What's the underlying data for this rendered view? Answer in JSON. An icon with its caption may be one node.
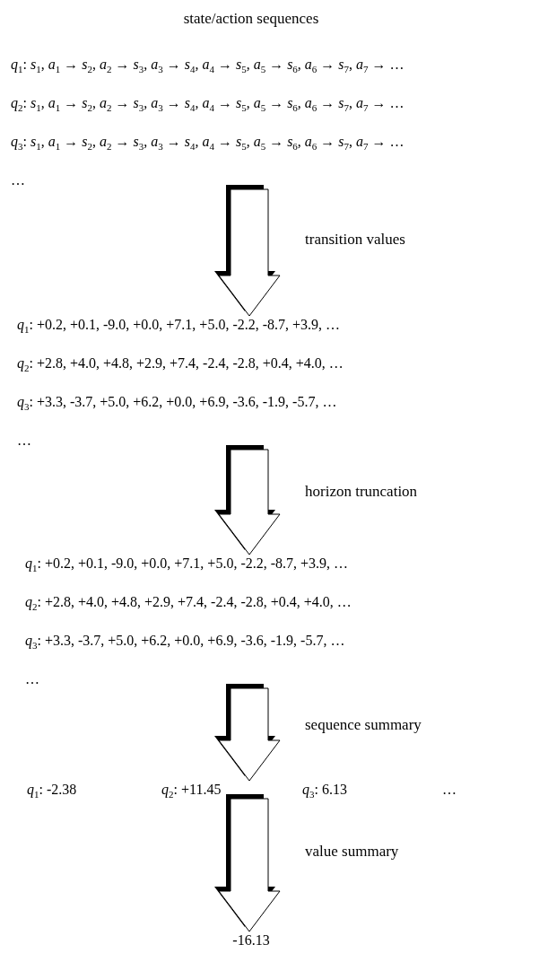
{
  "diagram": {
    "title": "state/action sequences",
    "nodes": [
      {
        "text": [
          "*q*$_{1}$: *s*$_{1}$, *a*$_{1}$ → *s*$_{2}$, *a*$_{2}$ → *s*$_{3}$, *a*$_{3}$ → *s*$_{4}$, *a*$_{4}$ → *s*$_{5}$, *a*$_{5}$ → *s*$_{6}$, *a*$_{6}$ → *s*$_{7}$, *a*$_{7}$ → …",
          "*q*$_{2}$: *s*$_{1}$, *a*$_{1}$ → *s*$_{2}$, *a*$_{2}$ → *s*$_{3}$, *a*$_{3}$ → *s*$_{4}$, *a*$_{4}$ → *s*$_{5}$, *a*$_{5}$ → *s*$_{6}$, *a*$_{6}$ → *s*$_{7}$, *a*$_{7}$ → …",
          "*q*$_{3}$: *s*$_{1}$, *a*$_{1}$ → *s*$_{2}$, *a*$_{2}$ → *s*$_{3}$, *a*$_{3}$ → *s*$_{4}$, *a*$_{4}$ → *s*$_{5}$, *a*$_{5}$ → *s*$_{6}$, *a*$_{6}$ → *s*$_{7}$, *a*$_{7}$ → …",
          "…"
        ]
      },
      {
        "text": [
          "*q*$_{1}$: +0.2, +0.1, -9.0, +0.0, +7.1, +5.0, -2.2, -8.7, +3.9, …",
          "*q*$_{2}$: +2.8, +4.0, +4.8, +2.9, +7.4, -2.4, -2.8, +0.4, +4.0, …",
          "*q*$_{3}$: +3.3, -3.7, +5.0, +6.2, +0.0, +6.9, -3.6, -1.9, -5.7, …",
          "…"
        ]
      },
      {
        "text": [
          "*q*$_{1}$: +0.2, +0.1, -9.0, +0.0, +7.1, +5.0, -2.2, -8.7, +3.9, …",
          "*q*$_{2}$: +2.8, +4.0, +4.8, +2.9, +7.4, -2.4, -2.8, +0.4, +4.0, …",
          "*q*$_{3}$: +3.3, -3.7, +5.0, +6.2, +0.0, +6.9, -3.6, -1.9, -5.7, …",
          "…"
        ]
      },
      {
        "text": [
          "*q*$_{1}$: -2.38",
          "*q*$_{2}$: +11.45",
          "*q*$_{3}$: 6.13",
          "…"
        ]
      },
      {
        "text": [
          "-16.13"
        ]
      }
    ],
    "edges": [
      {
        "from": 0,
        "to": 1,
        "arrow": "to",
        "label": "transition values"
      },
      {
        "from": 1,
        "to": 2,
        "arrow": "to",
        "label": "horizon truncation"
      },
      {
        "from": 2,
        "to": 3,
        "arrow": "to",
        "label": "sequence summary"
      },
      {
        "from": 3,
        "to": 4,
        "arrow": "to",
        "label": "value summary"
      }
    ]
  }
}
